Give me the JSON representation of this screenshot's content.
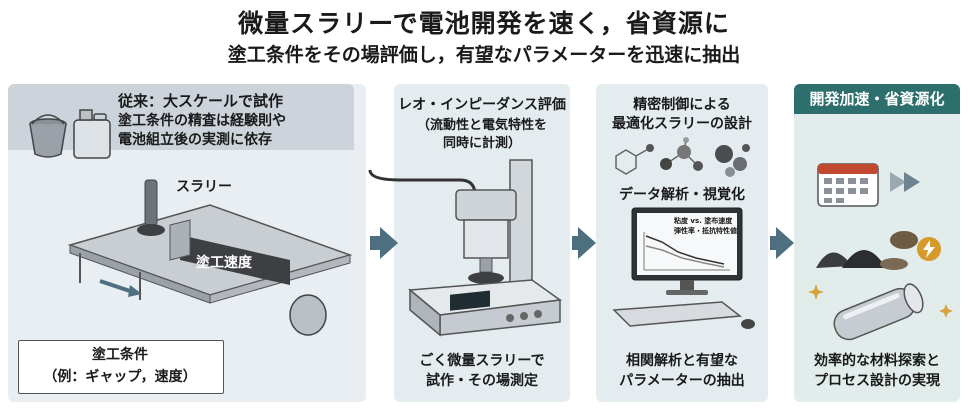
{
  "header": {
    "title": "微量スラリーで電池開発を速く，省資源に",
    "subtitle": "塗工条件をその場評価し，有望なパラメーターを迅速に抽出"
  },
  "panel1": {
    "heading": "従来：大スケールで試作",
    "line1": "塗工条件の精査は経験則や",
    "line2": "電池組立後の実測に依存",
    "slurry_label": "スラリー",
    "speed_label": "塗工速度",
    "cond_title": "塗工条件",
    "cond_example": "（例：ギャップ，速度）"
  },
  "panel2": {
    "heading": "レオ・インピーダンス評価",
    "sub1": "（流動性と電気特性を",
    "sub2": "同時に計測）",
    "bottom1": "ごく微量スラリーで",
    "bottom2": "試作・その場測定"
  },
  "panel3": {
    "heading1": "精密制御による",
    "heading2": "最適化スラリーの設計",
    "mid": "データ解析・視覚化",
    "monitor_title1": "粘度 vs. 塗布速度",
    "monitor_title2": "弾性率・抵抗特性値",
    "bottom1": "相関解析と有望な",
    "bottom2": "パラメーターの抽出"
  },
  "panel4": {
    "header": "開発加速・省資源化",
    "bottom1": "効率的な材料探索と",
    "bottom2": "プロセス設計の実現"
  },
  "colors": {
    "accent": "#2d6f6c",
    "arrow": "#4d6f80",
    "panel_bg": "#e4ecef"
  },
  "icons": [
    "bucket-icon",
    "jerrycan-icon",
    "coater-machine-icon",
    "rheometer-icon",
    "molecule-icon",
    "computer-monitor-icon",
    "calendar-icon",
    "fast-forward-icon",
    "powder-pile-icon",
    "battery-cell-icon",
    "lightning-icon",
    "sparkle-icon"
  ]
}
